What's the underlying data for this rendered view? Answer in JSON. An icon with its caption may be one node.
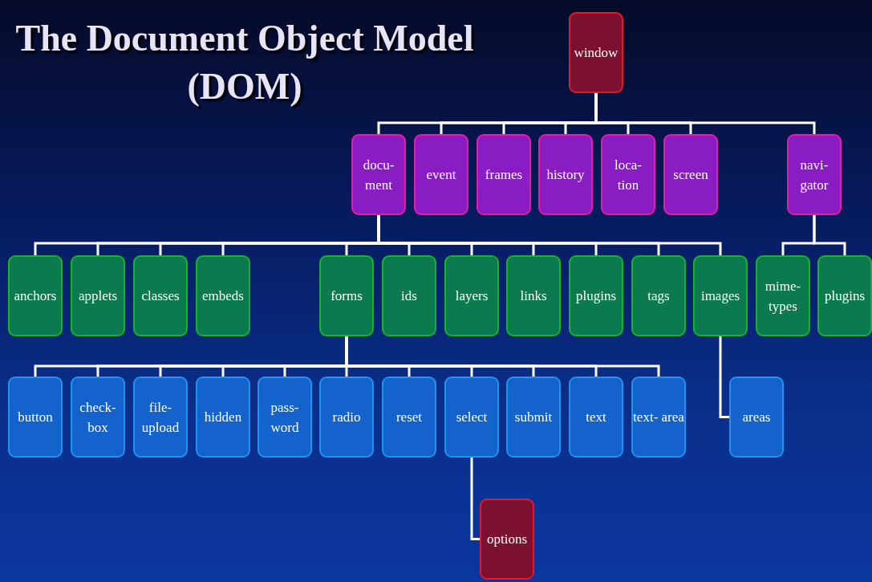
{
  "diagram": {
    "title": "The Document Object Model (DOM)",
    "nodes": [
      {
        "text": [
          "window"
        ]
      },
      {
        "text": [
          "docu- ment"
        ]
      },
      {
        "text": [
          "event"
        ]
      },
      {
        "text": [
          "frames"
        ]
      },
      {
        "text": [
          "history"
        ]
      },
      {
        "text": [
          "loca- tion"
        ]
      },
      {
        "text": [
          "screen"
        ]
      },
      {
        "text": [
          "navi- gator"
        ]
      },
      {
        "text": [
          "anchors"
        ]
      },
      {
        "text": [
          "applets"
        ]
      },
      {
        "text": [
          "classes"
        ]
      },
      {
        "text": [
          "embeds"
        ]
      },
      {
        "text": [
          "forms"
        ]
      },
      {
        "text": [
          "ids"
        ]
      },
      {
        "text": [
          "layers"
        ]
      },
      {
        "text": [
          "links"
        ]
      },
      {
        "text": [
          "plugins"
        ]
      },
      {
        "text": [
          "tags"
        ]
      },
      {
        "text": [
          "images"
        ]
      },
      {
        "text": [
          "mime- types"
        ]
      },
      {
        "text": [
          "plugins"
        ]
      },
      {
        "text": [
          "button"
        ]
      },
      {
        "text": [
          "check- box"
        ]
      },
      {
        "text": [
          "file- upload"
        ]
      },
      {
        "text": [
          "hidden"
        ]
      },
      {
        "text": [
          "pass- word"
        ]
      },
      {
        "text": [
          "radio"
        ]
      },
      {
        "text": [
          "reset"
        ]
      },
      {
        "text": [
          "select"
        ]
      },
      {
        "text": [
          "submit"
        ]
      },
      {
        "text": [
          "text"
        ]
      },
      {
        "text": [
          "text- area"
        ]
      },
      {
        "text": [
          "areas"
        ]
      },
      {
        "text": [
          "options"
        ]
      }
    ],
    "edges": [
      {
        "from": 0,
        "to": 1,
        "arrow": "none"
      },
      {
        "from": 0,
        "to": 2,
        "arrow": "none"
      },
      {
        "from": 0,
        "to": 3,
        "arrow": "none"
      },
      {
        "from": 0,
        "to": 4,
        "arrow": "none"
      },
      {
        "from": 0,
        "to": 5,
        "arrow": "none"
      },
      {
        "from": 0,
        "to": 6,
        "arrow": "none"
      },
      {
        "from": 0,
        "to": 7,
        "arrow": "none"
      },
      {
        "from": 1,
        "to": 8,
        "arrow": "none"
      },
      {
        "from": 1,
        "to": 9,
        "arrow": "none"
      },
      {
        "from": 1,
        "to": 10,
        "arrow": "none"
      },
      {
        "from": 1,
        "to": 11,
        "arrow": "none"
      },
      {
        "from": 1,
        "to": 12,
        "arrow": "none"
      },
      {
        "from": 1,
        "to": 13,
        "arrow": "none"
      },
      {
        "from": 1,
        "to": 14,
        "arrow": "none"
      },
      {
        "from": 1,
        "to": 15,
        "arrow": "none"
      },
      {
        "from": 1,
        "to": 16,
        "arrow": "none"
      },
      {
        "from": 1,
        "to": 17,
        "arrow": "none"
      },
      {
        "from": 1,
        "to": 18,
        "arrow": "none"
      },
      {
        "from": 7,
        "to": 19,
        "arrow": "none"
      },
      {
        "from": 7,
        "to": 20,
        "arrow": "none"
      },
      {
        "from": 12,
        "to": 21,
        "arrow": "none"
      },
      {
        "from": 12,
        "to": 22,
        "arrow": "none"
      },
      {
        "from": 12,
        "to": 23,
        "arrow": "none"
      },
      {
        "from": 12,
        "to": 24,
        "arrow": "none"
      },
      {
        "from": 12,
        "to": 25,
        "arrow": "none"
      },
      {
        "from": 12,
        "to": 26,
        "arrow": "none"
      },
      {
        "from": 12,
        "to": 27,
        "arrow": "none"
      },
      {
        "from": 12,
        "to": 28,
        "arrow": "none"
      },
      {
        "from": 12,
        "to": 29,
        "arrow": "none"
      },
      {
        "from": 12,
        "to": 30,
        "arrow": "none"
      },
      {
        "from": 12,
        "to": 31,
        "arrow": "none"
      },
      {
        "from": 18,
        "to": 32,
        "arrow": "none"
      },
      {
        "from": 28,
        "to": 33,
        "arrow": "none"
      }
    ]
  }
}
